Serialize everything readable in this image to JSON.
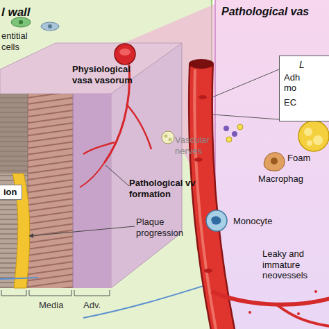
{
  "diagram": {
    "nodes": [
      {
        "text": [
          "l wall"
        ]
      },
      {
        "text": [
          "ion"
        ],
        "in": 0
      },
      {
        "text": [
          "Pathological vas"
        ]
      },
      {
        "text": [
          "L",
          "Adh mo",
          "EC"
        ],
        "in": 2
      }
    ],
    "labels": [
      "entitial cells",
      "Physiological vasa vasorum",
      "Vascular nerves",
      "Pathological vv formation",
      "Plaque progression",
      "Media",
      "Adv.",
      "Foam",
      "Macrophag",
      "Monocyte",
      "Leaky and immature neovessels"
    ]
  }
}
